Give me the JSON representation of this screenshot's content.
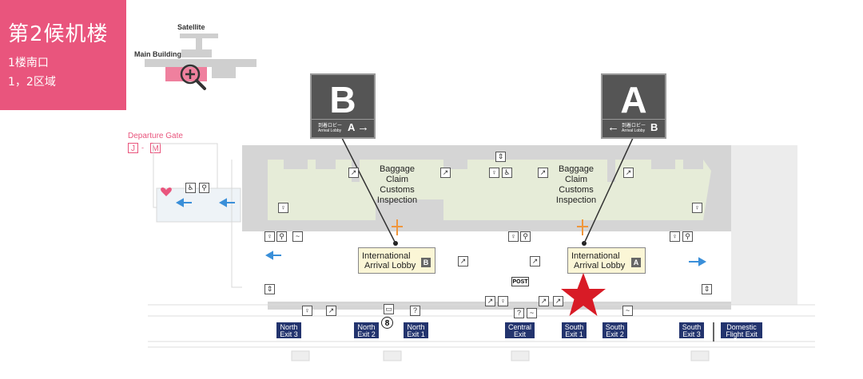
{
  "title": {
    "main": "第2候机楼",
    "sub1": "1楼南口",
    "sub2": "1，2区域"
  },
  "overview": {
    "satellite_label": "Satellite",
    "main_building_label": "Main Building",
    "zoom_icon": "magnifier-plus-icon"
  },
  "departure_gate": {
    "label": "Departure Gate",
    "from": "J",
    "to": "M"
  },
  "signs": {
    "b": {
      "letter": "B",
      "jp": "到着ロビー",
      "en": "Arrival Lobby",
      "target": "A",
      "arrow": "right-arrow-icon"
    },
    "a": {
      "letter": "A",
      "jp": "到着ロビー",
      "en": "Arrival Lobby",
      "target": "B",
      "arrow": "left-arrow-icon"
    }
  },
  "zones": {
    "left": {
      "line1": "Baggage",
      "line2": "Claim",
      "line3": "Customs",
      "line4": "Inspection"
    },
    "right": {
      "line1": "Baggage",
      "line2": "Claim",
      "line3": "Customs",
      "line4": "Inspection"
    }
  },
  "lobbies": {
    "b": {
      "line1": "International",
      "line2": "Arrival Lobby",
      "badge": "B"
    },
    "a": {
      "line1": "International",
      "line2": "Arrival Lobby",
      "badge": "A"
    }
  },
  "post_label": "POST",
  "bus_stop_number": "8",
  "exits": [
    {
      "line1": "North",
      "line2": "Exit 3"
    },
    {
      "line1": "North",
      "line2": "Exit 2"
    },
    {
      "line1": "North",
      "line2": "Exit 1"
    },
    {
      "line1": "Central",
      "line2": "Exit"
    },
    {
      "line1": "South",
      "line2": "Exit 1"
    },
    {
      "line1": "South",
      "line2": "Exit 2"
    },
    {
      "line1": "South",
      "line2": "Exit 3"
    },
    {
      "line1": "Domestic",
      "line2": "Flight Exit"
    }
  ],
  "marker": {
    "icon": "star-marker-icon",
    "color": "#d81b26"
  },
  "colors": {
    "title_bg": "#e9557d",
    "exit_bg": "#23346e",
    "lobby_bg": "#fbf6d6",
    "arrow_blue": "#3a8fd9",
    "customs_orange": "#f0963c"
  }
}
